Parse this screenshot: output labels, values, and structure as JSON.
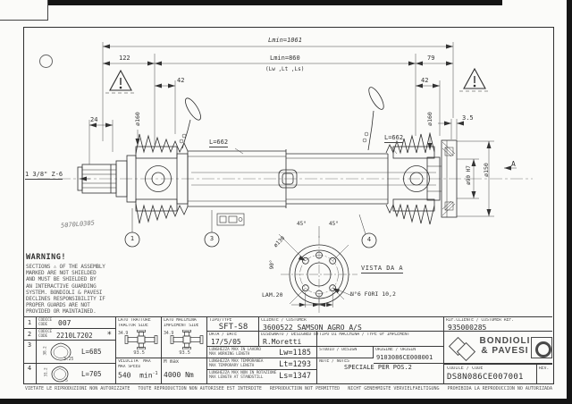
{
  "drawing": {
    "dims": {
      "lmin_total": "Lmin=1061",
      "lmin_min": "Lmin=860",
      "lmin_sub": "(Lw ,Lt ,Ls)",
      "left_offset": "122",
      "left_pin": "42",
      "right_offset": "79",
      "right_pin": "42",
      "spline_len": "24",
      "guard_dia_left": "ø160",
      "guard_dia_right": "ø160",
      "flange_gap": "3.5",
      "tube_left": "L=662",
      "tube_right": "L=662",
      "spline_spec": "1 3/8\" Z-6",
      "assembly_code": "5070L0305",
      "hub_dia": "ø90 H7",
      "flange_dia": "ø150",
      "view_letter": "A"
    },
    "balloons": [
      "1",
      "3",
      "4"
    ],
    "flange_view": {
      "bolt_circle": "ø130",
      "angle_left": "45°",
      "angle_right": "45°",
      "angle_side": "90°",
      "title": "VISTA DA A",
      "lam": "LAM.20",
      "holes_note": "N°6 FORI 10,2"
    },
    "warning": {
      "title": "WARNING!",
      "lines": [
        "SECTIONS ⚠ OF THE ASSEMBLY",
        "MARKED  ARE NOT SHIELDED",
        "AND MUST BE SHIELDED BY",
        "AN INTERACTIVE GUARDING",
        "SYSTEM. BONDIOLI & PAVESI",
        "DECLINES RESPONSIBILITY IF",
        "PROPER GUARDS ARE NOT",
        "PROVIDED OR MAINTAINED."
      ]
    }
  },
  "parts_table": {
    "code_label_it": "CODICE",
    "code_label_en": "CODE",
    "rows": [
      {
        "num": "1",
        "code": "007"
      },
      {
        "num": "2",
        "code": "2210L7202",
        "star": "*"
      },
      {
        "num": "3",
        "dim_v": "38.2",
        "dim_h": "3.25",
        "length": "L=685"
      },
      {
        "num": "4",
        "dim_v": "31.2",
        "dim_h": "5",
        "length": "L=705"
      }
    ]
  },
  "spec_table": {
    "tractor": {
      "label_it": "LATO TRATTORE",
      "label_en": "TRACTOR SIDE",
      "cross_w": "34.9",
      "cross_l": "93.5"
    },
    "implement": {
      "label_it": "LATO MACCHINA",
      "label_en": "IMPLEMENT SIDE",
      "cross_w": "34.9",
      "cross_l": "93.5"
    },
    "speed": {
      "label_it": "VELOCITA' MAX",
      "label_en": "MAX SPEED",
      "value": "540",
      "unit": "min",
      "exp": "-1"
    },
    "torque": {
      "label": "M max",
      "value": "4000 Nm"
    }
  },
  "title_block": {
    "type": {
      "label": "TIPO/TYPE",
      "value": "SFT-S8"
    },
    "customer": {
      "label": "CLIENTE / CUSTOMER",
      "value": "3600522  SAMSON AGRO A/S"
    },
    "customer_ref": {
      "label": "RIF.CLIENTE / CUSTOMER REF.",
      "value": "935000285"
    },
    "date": {
      "label": "DATA / DATE",
      "value": "17/5/05"
    },
    "designer": {
      "label": "DISEGNATO / DESIGNED BY",
      "value": "R.Moretti"
    },
    "implement_type": {
      "label": "TIPO DI MACCHINA / TYPE OF IMPLEMENT",
      "value": ""
    },
    "len_working": {
      "label_it": "LUNGHEZZA MAX IN LAVORO",
      "label_en": "MAX WORKING LENGTH",
      "value": "Lw=1185"
    },
    "len_temporary": {
      "label_it": "LUNGHEZZA MAX TEMPORANEA",
      "label_en": "MAX TEMPORARY LENGTH",
      "value": "Lt=1293"
    },
    "len_standstill": {
      "label_it": "LUNGHEZZA MAX NON IN ROTAZIONE",
      "label_en": "MAX LENGTH AT STANDSTILL",
      "value": "Ls=1347"
    },
    "studio": {
      "label": "STUDIO / DESIGN",
      "value": ""
    },
    "origin": {
      "label": "ORIGINE / ORIGIN",
      "value": "9103086CE008001"
    },
    "notes": {
      "label": "NOTE / NOTES",
      "value": "SPECIALE PER POS.2"
    },
    "code": {
      "label": "CODICE / CODE",
      "value": "DS8N086CE007001"
    },
    "rev": {
      "label": "REV.",
      "value": ""
    },
    "brand": {
      "line1": "BONDIOLI",
      "line2": "& PAVESI"
    }
  },
  "footer_notices": [
    "VIETATE LE RIPRODUZIONI NON AUTORIZZATE",
    "TOUTE REPRODUCTION NON AUTORISEE EST INTERDITE",
    "REPRODUCTION NOT PERMITTED",
    "NICHT GENEHMIGTE VERVIELFAELTIGUNG",
    "PROHIBIDA LA REPRODUCCION NO AUTORIZADA"
  ]
}
